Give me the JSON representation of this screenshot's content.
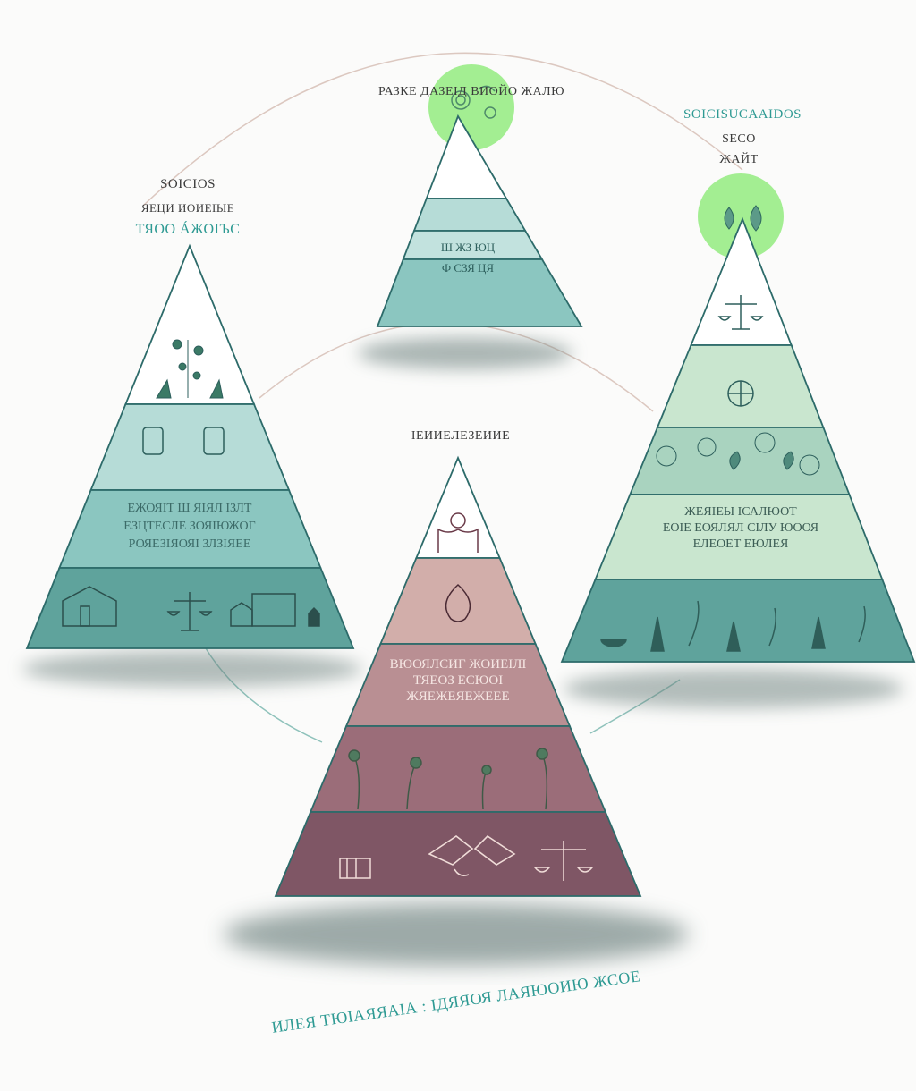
{
  "colors": {
    "teal_dark": "#5fa39c",
    "teal_mid": "#8bc6c0",
    "teal_light": "#b6dcd7",
    "mint": "#c9e6cf",
    "mint_dark": "#a9d3bf",
    "green_glow": "#9fef8e",
    "mauve_dark": "#7f5665",
    "mauve_mid": "#9b6d79",
    "mauve_light": "#b98f93",
    "mauve_pale": "#d2aeaa",
    "outline": "#2d6b6a",
    "arc": "#d9c1ba"
  },
  "top_pyramid": {
    "title": "РАЗКЕ ДАЗЕІД ВИОЙО ЖАЛЮ",
    "bands": [
      {
        "text": ""
      },
      {
        "text": ""
      },
      {
        "text": "Ш ЖЗ ЮЦ"
      },
      {
        "text": "Ф СЗЯ ЦЯ"
      }
    ]
  },
  "left_pyramid": {
    "title_lines": [
      "SOICIOS",
      "ЯЕЦИ ИОИЕІЫЕ"
    ],
    "subtitle": "ТЯОО ÁЖОІЪС",
    "band_text": [
      "ЕЖОЯІТ Ш ЯІЯЛ ІЗЛТ",
      "ЕЗЦТЕСЛЕ ЗОЯІЮЖОГ",
      "РОЯЕЗІЯОЯІ ЗЛЗІЯЕЕ"
    ]
  },
  "right_pyramid": {
    "title": "SOICISUCAAIDOS",
    "subtitle_lines": [
      "SECO",
      "ЖАЙТ"
    ],
    "band_text": [
      "ЖЕЯІЕЫ ІСАЛЮОТ",
      "ЕОІЕ ЕОЯЛЯЛ СІЛУ ЮООЯ",
      "ЕЛЕОЕТ ЕЮЛЕЯ"
    ]
  },
  "center_pyramid": {
    "title": "ІЕИИЕЛЕЗЕИИЕ",
    "band_text": [
      "ВЮОЯЛСИГ ЖОИЕІЛІ",
      "ТЯЕОЗ ЕСЮОІ",
      "ЖЯЕЖЕЯЕЖЕЕЕ"
    ]
  },
  "footer": {
    "caption": "ИЛЕЯ ТЮІАЯЯАІА : ІДЯЯОЯ ЛАЯЮОИЮ ЖСОЕ"
  }
}
